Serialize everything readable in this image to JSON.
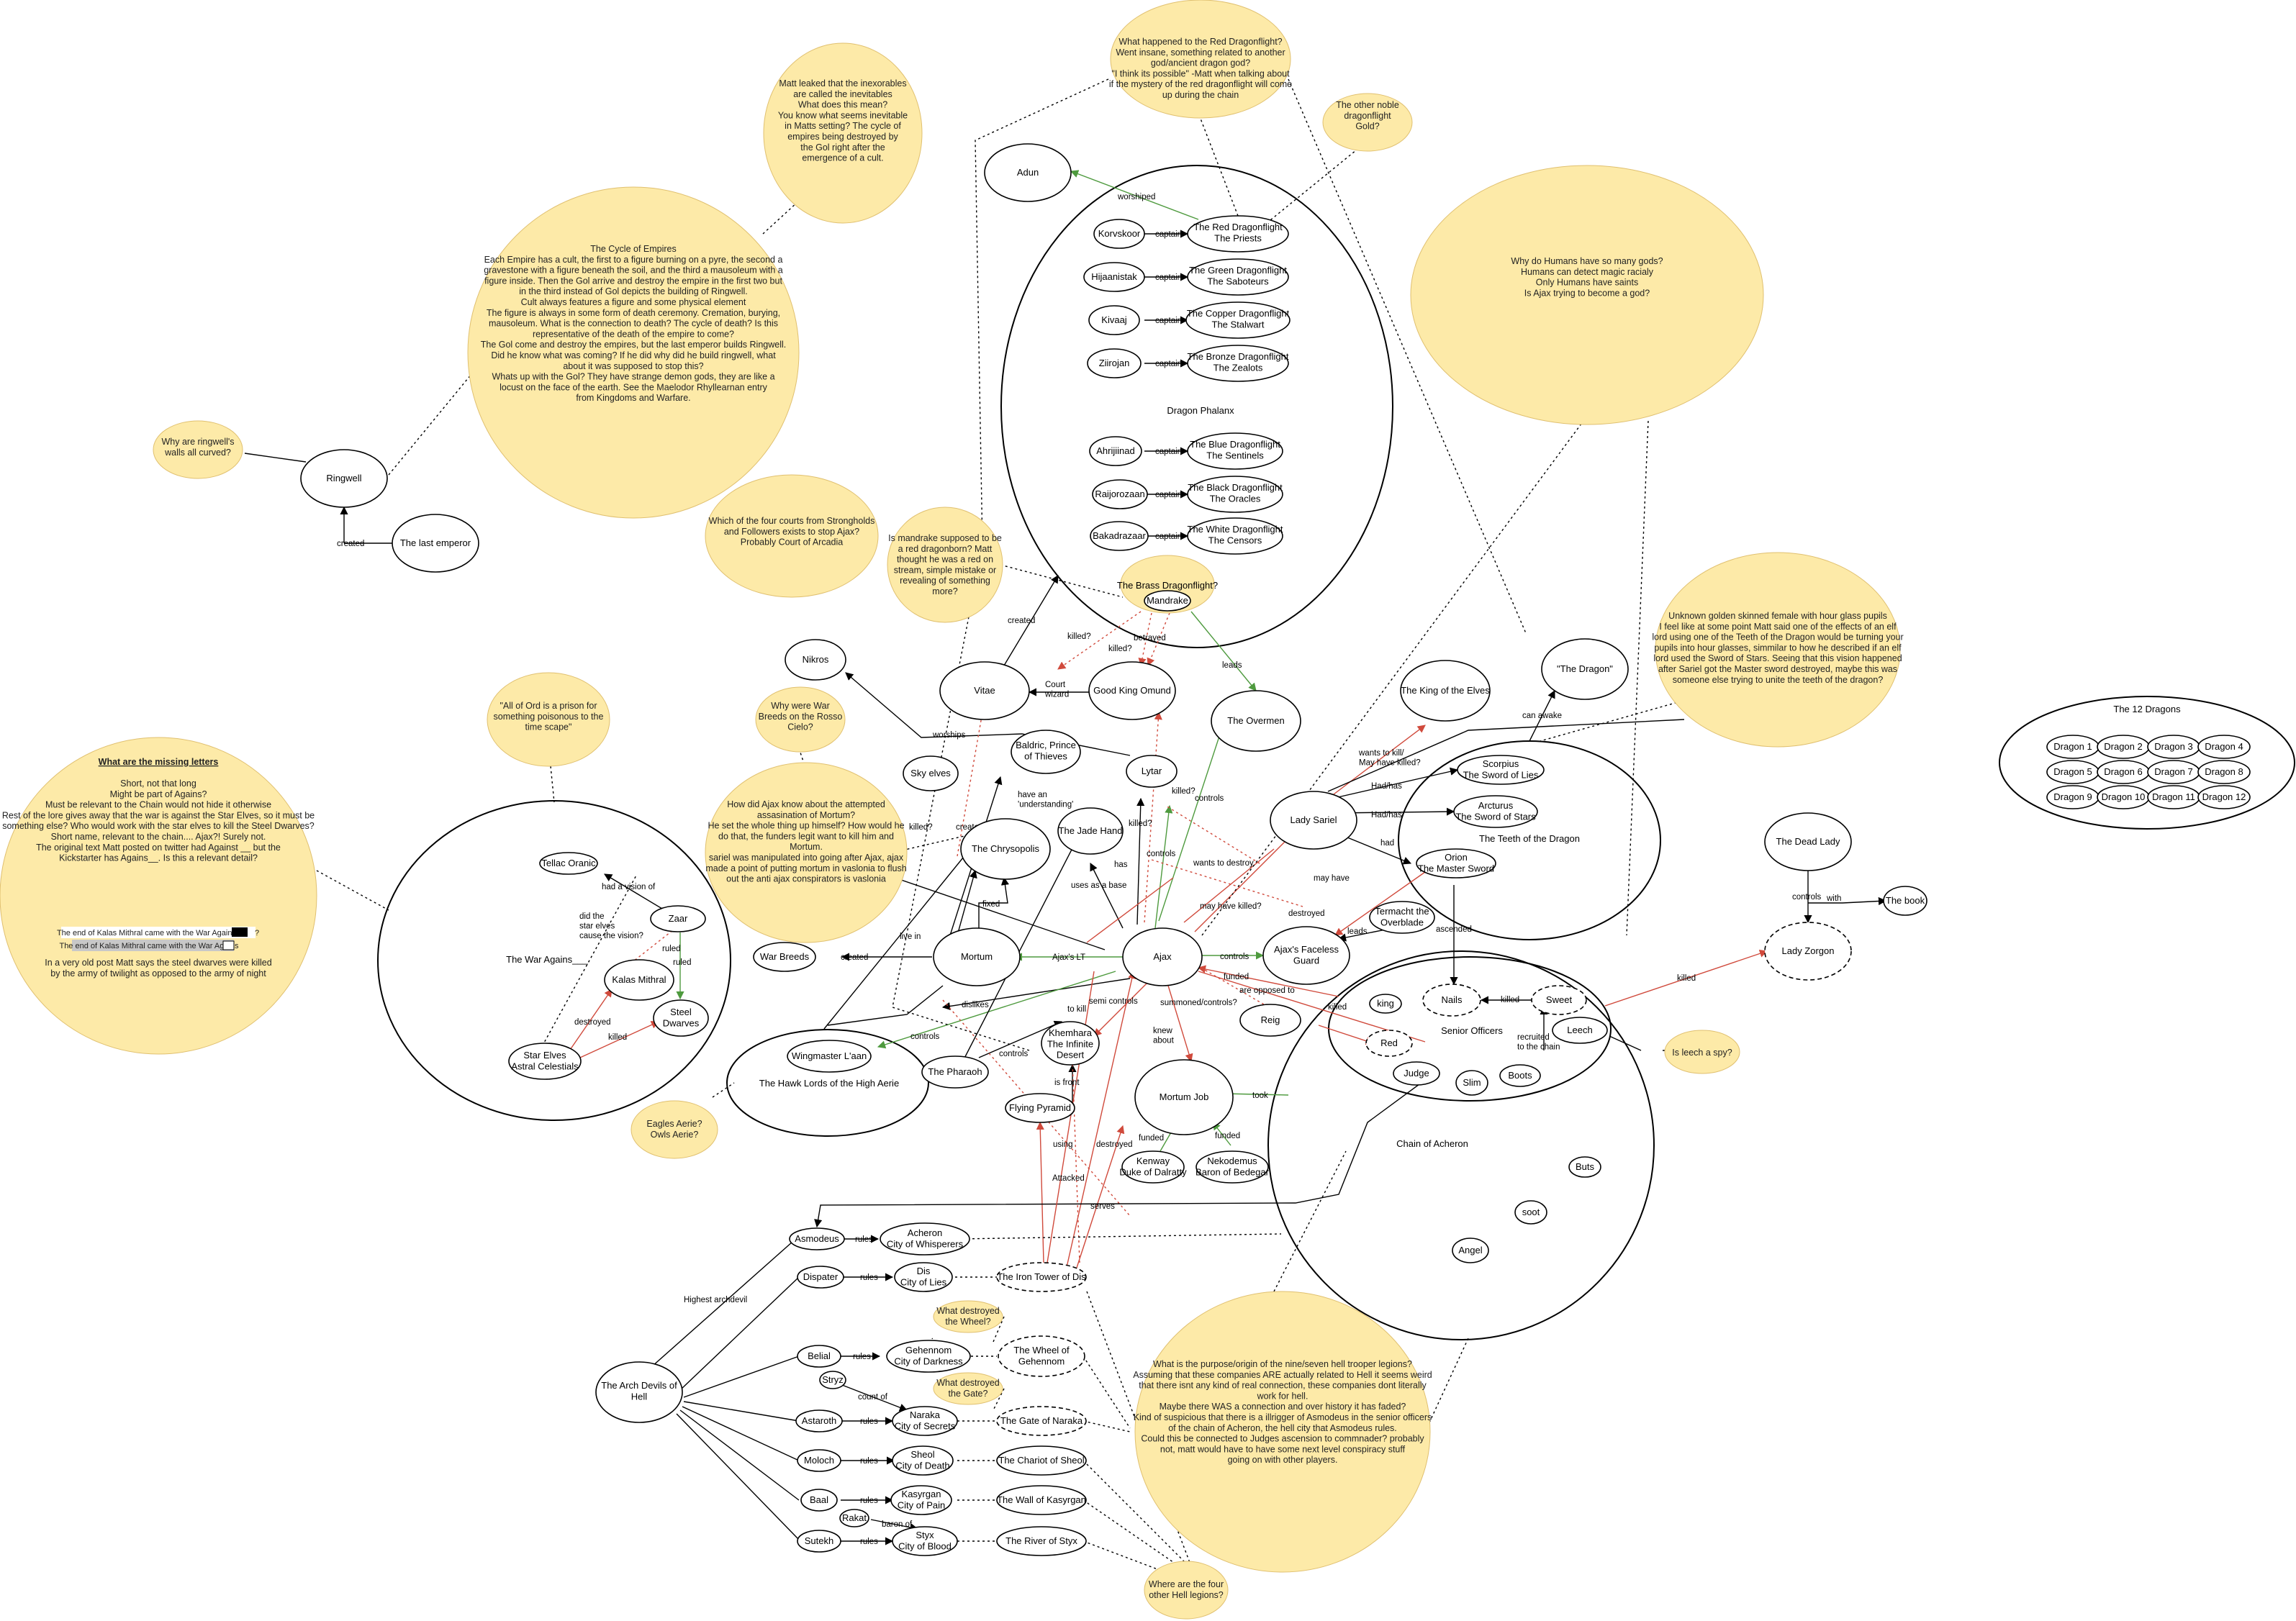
{
  "nodes": {
    "adun": "Adun",
    "korvskoor": "Korvskoor",
    "red_df": "The Red Dragonflight\nThe Priests",
    "hijaanistak": "Hijaanistak",
    "green_df": "The Green Dragonflight\nThe Saboteurs",
    "kivaaj": "Kivaaj",
    "copper_df": "The Copper Dragonflight\nThe Stalwart",
    "ziirojan": "Ziirojan",
    "bronze_df": "The Bronze Dragonflight\nThe Zealots",
    "dragon_phalanx": "Dragon Phalanx",
    "ahrijiinad": "Ahrijiinad",
    "blue_df": "The Blue Dragonflight\nThe Sentinels",
    "raijorozaan": "Raijorozaan",
    "black_df": "The Black Dragonflight\nThe Oracles",
    "bakadrazaar": "Bakadrazaar",
    "white_df": "The White Dragonflight\nThe Censors",
    "brass_df": "The Brass Dragonflight?",
    "mandrake": "Mandrake",
    "nikros": "Nikros",
    "vitae": "Vitae",
    "good_king_omund": "Good King Omund",
    "the_overmen": "The Overmen",
    "the_dragon": "\"The Dragon\"",
    "king_of_elves": "The King of the Elves",
    "baldric": "Baldric, Prince\nof Thieves",
    "sky_elves": "Sky elves",
    "lytar": "Lytar",
    "chrysopolis": "The Chrysopolis",
    "jade_hand": "The Jade Hand",
    "lady_sariel": "Lady Sariel",
    "scorpius": "Scorpius\nThe Sword of Lies",
    "arcturus": "Arcturus\nThe Sword of Stars",
    "orion": "Orion\nThe Master Sword",
    "teeth_of_dragon": "The Teeth of the Dragon",
    "termacht": "Termacht the\nOverblade",
    "ajax": "Ajax",
    "ajax_guard": "Ajax's Faceless\nGuard",
    "war_breeds": "War Breeds",
    "mortum": "Mortum",
    "reig": "Reig",
    "wingmaster": "Wingmaster L'aan",
    "hawk_lords": "The Hawk Lords of the High Aerie",
    "pharaoh": "The Pharaoh",
    "khemhara": "Khemhara\nThe Infinite\nDesert",
    "mortum_job": "Mortum Job",
    "flying_pyramid": "Flying Pyramid",
    "kenway": "Kenway\nDuke of Dalratty",
    "nekodemus": "Nekodemus\nBaron of Bedegar",
    "ringwell": "Ringwell",
    "last_emperor": "The last emperor",
    "tellac": "Tellac Oranic",
    "zaar": "Zaar",
    "war_agains": "The War Agains___",
    "kalas_mithral": "Kalas Mithral",
    "steel_dwarves": "Steel\nDwarves",
    "star_elves": "Star Elves\nAstral Celestials",
    "twelve_dragons": "The 12 Dragons",
    "dragons": [
      "Dragon 1",
      "Dragon 2",
      "Dragon 3",
      "Dragon 4",
      "Dragon 5",
      "Dragon 6",
      "Dragon 7",
      "Dragon 8",
      "Dragon 9",
      "Dragon 10",
      "Dragon 11",
      "Dragon 12"
    ],
    "dead_lady": "The Dead Lady",
    "the_book": "The book",
    "lady_zorgon": "Lady Zorgon",
    "king": "king",
    "nails": "Nails",
    "sweet": "Sweet",
    "leech": "Leech",
    "senior_officers": "Senior Officers",
    "red": "Red",
    "judge": "Judge",
    "slim": "Slim",
    "boots": "Boots",
    "chain_of_acheron": "Chain of Acheron",
    "buts": "Buts",
    "soot": "soot",
    "angel": "Angel",
    "asmodeus": "Asmodeus",
    "acheron": "Acheron\nCity of Whisperers",
    "dispater": "Dispater",
    "dis": "Dis\nCity of Lies",
    "iron_tower": "The Iron Tower of Dis",
    "belial": "Belial",
    "gehennom": "Gehennom\nCity of Darkness",
    "wheel": "The Wheel of\nGehennom",
    "stryz": "Stryz",
    "astaroth": "Astaroth",
    "naraka": "Naraka\nCity of Secrets",
    "gate_naraka": "The Gate of Naraka",
    "moloch": "Moloch",
    "sheol": "Sheol\nCity of Death",
    "chariot": "The Chariot of Sheol",
    "baal": "Baal",
    "kasyrgan": "Kasyrgan\nCity of Pain",
    "wall_kasyrgan": "The Wall of Kasyrgan",
    "rakat": "Rakat",
    "sutekh": "Sutekh",
    "styx": "Styx\nCity of Blood",
    "river_styx": "The River of Styx",
    "arch_devils": "The Arch Devils of\nHell"
  },
  "edges": {
    "worshiped": "worshiped",
    "captain": "captain",
    "created": "created",
    "killed_q": "killed?",
    "betrayed": "betrayed",
    "court_wizard": "Court\nwizard",
    "leads": "leads",
    "worships": "worships",
    "has_an_understanding": "have an\n'understanding'",
    "killed": "killed",
    "has": "has",
    "controls": "controls",
    "uses_as_base": "uses as a base",
    "wants_to_destroy": "wants to destroy",
    "wants_to_kill": "wants to kill/\nMay have killed?",
    "hadhas": "Had/has",
    "had": "had",
    "can_awake": "can awake",
    "may_have": "may have",
    "destroyed": "destroyed",
    "ascended": "ascended",
    "may_have_killed": "may have killed?",
    "live_in": "live in",
    "fixed": "fixed",
    "ajax_lt": "Ajax's LT",
    "funded": "funded",
    "are_opposed": "are opposed to",
    "summoned": "summoned/controls?",
    "semi_controls": "semi controls",
    "to_kill": "to kill",
    "dislikes": "dislikes",
    "knew_about": "knew\nabout",
    "took": "took",
    "is_front": "is front",
    "using": "using",
    "attacked": "Attacked",
    "serves": "serves",
    "had_a_vision": "had a vision of",
    "ruled": "ruled",
    "did_elves": "did the\nstar elves\ncause the vision?",
    "with": "with",
    "recruited": "recruited\nto the chain",
    "highest_archdevil": "Highest archdevil",
    "rules": "rules",
    "count_of": "count of",
    "baron_of": "baron of"
  },
  "notes": {
    "red_dragonflight_q": "What happened to the Red Dragonflight?\n\nWent insane, something related to another\ngod/ancient dragon god?\n\n\"I think its possible\" -Matt when talking about\nif the mystery of the red dragonflight will come\nup during the chain",
    "other_noble": "The other noble\ndragonflight\n\nGold?",
    "inexorables": "Matt leaked that the inexorables\nare called the inevitables\n\nWhat does this mean?\n\nYou know what seems inevitable\nin Matts setting? The cycle of\nempires being destroyed by\nthe Gol right after the\nemergence of a cult.",
    "cycle_of_empires": "The Cycle of Empires\n\nEach Empire has a cult, the first to a figure burning on a pyre, the second a\ngravestone with a figure beneath the soil, and the third a mausoleum with a\nfigure inside. Then the Gol arrive and destroy the empire in the first two but\nin the third instead of Gol depicts the building of Ringwell.\n\nCult always features a figure and some physical element\n\nThe figure is always in some form of death ceremony. Cremation, burying,\nmausoleum. What is the connection to death? The cycle of death? Is this\nrepresentative of the death of the empire to come?\n\nThe Gol come and destroy the empires, but the last emperor builds Ringwell.\nDid he know what was coming? If he did why did he build ringwell, what\nabout it was supposed to stop this?\n\nWhats up with the Gol? They have strange demon gods, they are like a\nlocust on the face of the earth. See the Maelodor Rhyllearnan entry\nfrom Kingdoms and Warfare.",
    "ringwell_walls": "Why are ringwell's\nwalls all curved?",
    "humans_gods": "Why do Humans have so many gods?\n\nHumans can detect magic racialy\n\nOnly Humans have saints\n\nIs Ajax trying to become a god?",
    "courts": "Which of the four courts from Strongholds\nand Followers exists to stop Ajax?\n\nProbably Court of Arcadia",
    "mandrake_q": "Is mandrake supposed to be\na red dragonborn? Matt\nthought he was a red on\nstream, simple mistake or\nrevealing of something\nmore?",
    "golden_female": "Unknown golden skinned female with hour glass pupils\n\nI feel like at some point Matt said one of the effects of an elf\nlord using one of the Teeth of the Dragon would be turning your\npupils into hour glasses, simmilar to how he described if an elf\nlord used the Sword of Stars. Seeing that this vision happened\nafter Sariel got the Master sword destroyed, maybe this was\nsomeone else trying to unite the teeth of the dragon?",
    "war_breeds_rosso": "Why were War\nBreeds on the Rosso\nCielo?",
    "ord_prison": "\"All of Ord is a prison for\nsomething poisonous to the\ntime scape\"",
    "assassination": "How did Ajax know about the attempted\nassasination of Mortum?\n\nHe set the whole thing up himself? How would he\ndo that, the funders legit want to kill him and\nMortum.\n\nsariel was manipulated into going after Ajax, ajax\nmade a point of putting mortum in vaslonia to flush\nout the anti ajax conspirators is vaslonia",
    "missing_letters_title": "What are the missing letters",
    "missing_letters": "Short, not that long\n\nMight be part of Agains?\n\nMust be relevant to the Chain would not hide it otherwise\n\nRest of the lore gives away that the war is against the Star Elves, so it must be\nsomething else? Who would work with the star elves to kill the Steel Dwarves?\n\nShort name, relevant to the chain.... Ajax?! Surely not.\n\nThe original text Matt posted on twitter had Against __ but the\nKickstarter has Agains__. Is this a relevant detail?",
    "tweet_1": "The end of Kalas Mithral came with the War Against",
    "tweet_2": "The end of Kalas Mithral came with the War Agains",
    "missing_letters_end": "In a very old post Matt says the steel dwarves were killed\nby the army of twilight as opposed to the army of night",
    "eagles_aerie": "Eagles Aerie?\nOwls Aerie?",
    "leech_spy": "Is leech a spy?",
    "wheel_destroyed": "What destroyed\nthe Wheel?",
    "gate_destroyed": "What destroyed\nthe Gate?",
    "trooper_legions": "What is the purpose/origin of the nine/seven hell trooper legions?\n\nAssuming that these companies ARE actually related to Hell it seems weird\nthat there isnt any kind of real connection, these companies dont literally\nwork for hell.\n\nMaybe there WAS a connection and over history it has faded?\n\nKind of suspicious that there is a illrigger of Asmodeus in the senior officers\nof the chain of Acheron, the hell city that Asmodeus rules.\n\nCould this be connected to Judges ascension to commnader? probably\nnot, matt would have to have some next level conspiracy stuff\ngoing on with other players.",
    "four_legions": "Where are the four\nother Hell legions?"
  }
}
